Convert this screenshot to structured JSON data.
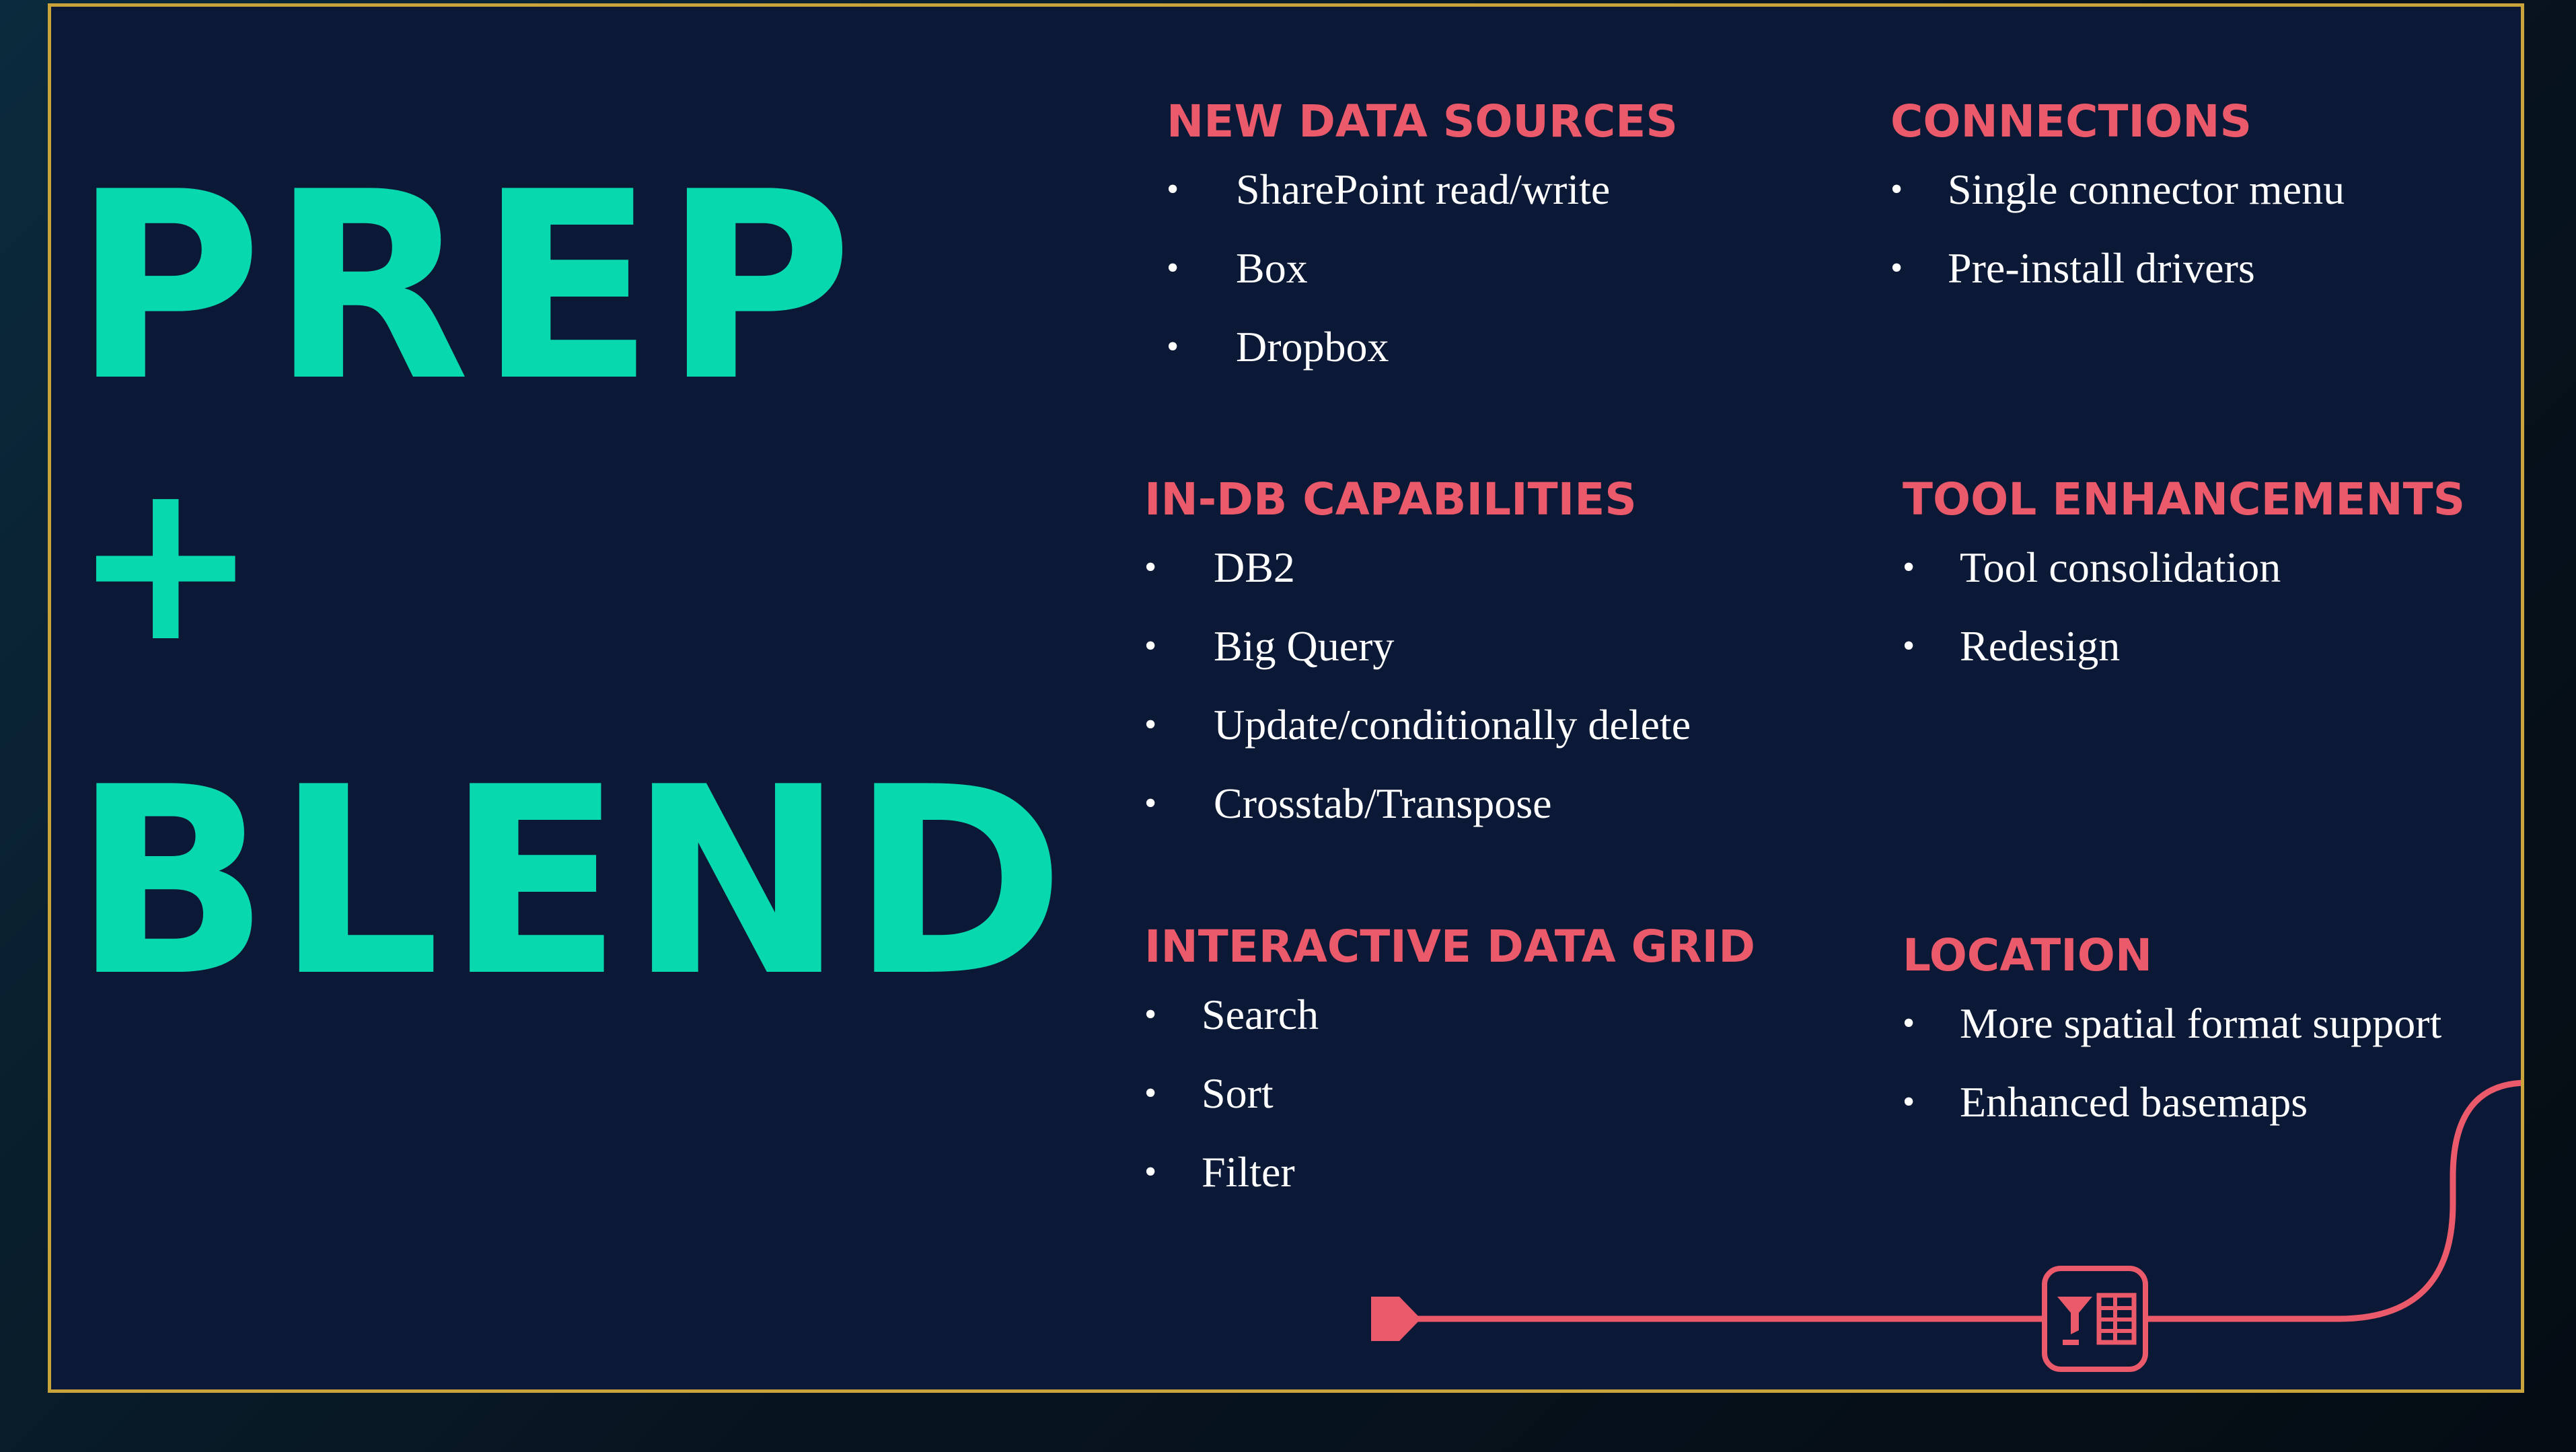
{
  "hero": {
    "line1": "PREP",
    "line2": "+",
    "line3": "BLEND"
  },
  "sections": {
    "new_data_sources": {
      "heading": "NEW DATA SOURCES",
      "items": [
        "SharePoint read/write",
        "Box",
        "Dropbox"
      ]
    },
    "connections": {
      "heading": "CONNECTIONS",
      "items": [
        "Single connector menu",
        "Pre-install drivers"
      ]
    },
    "in_db_capabilities": {
      "heading": "IN-DB CAPABILITIES",
      "items": [
        "DB2",
        "Big Query",
        "Update/conditionally delete",
        "Crosstab/Transpose"
      ]
    },
    "tool_enhancements": {
      "heading": "TOOL ENHANCEMENTS",
      "items": [
        "Tool consolidation",
        "Redesign"
      ]
    },
    "interactive_data_grid": {
      "heading": "INTERACTIVE DATA GRID",
      "items": [
        "Search",
        "Sort",
        "Filter"
      ]
    },
    "location": {
      "heading": "LOCATION",
      "items": [
        "More spatial format support",
        "Enhanced basemaps"
      ]
    }
  },
  "bullet_glyph": "•",
  "colors": {
    "background": "#0c1936",
    "frame": "#c9a43a",
    "hero": "#08d8ad",
    "heading": "#ea5a6b",
    "body_text": "#ffffff",
    "connector": "#ea5a6b"
  },
  "icons": {
    "connector_start": "pentagon-arrow-icon",
    "connector_tool": "table-filter-tool-icon"
  }
}
